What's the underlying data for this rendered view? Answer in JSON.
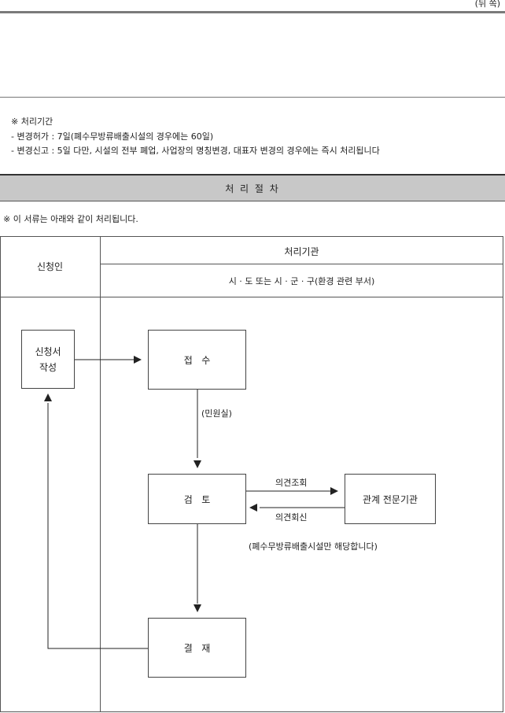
{
  "page_label": "(뒤 쪽)",
  "processing_period": {
    "heading": "※ 처리기간",
    "line1": "- 변경허가 : 7일(폐수무방류배출시설의 경우에는 60일)",
    "line2": "- 변경신고 : 5일 다만, 시설의 전부 폐업, 사업장의 명칭변경, 대표자 변경의 경우에는 즉시 처리됩니다"
  },
  "procedure": {
    "title": "처 리 절 차",
    "note": "※ 이 서류는 아래와 같이 처리됩니다.",
    "col_applicant": "신청인",
    "col_agency": "처리기관",
    "col_agency_sub": "시 · 도 또는 시 · 군 · 구(환경 관련 부서)"
  },
  "flow": {
    "application": "신청서\n작성",
    "receipt": "접   수",
    "civil_office": "(민원실)",
    "review": "검   토",
    "expert_agency": "관계 전문기관",
    "opinion_query": "의견조회",
    "opinion_reply": "의견회신",
    "applies_only": "(폐수무방류배출시설만 해당합니다)",
    "approval": "결   재"
  }
}
